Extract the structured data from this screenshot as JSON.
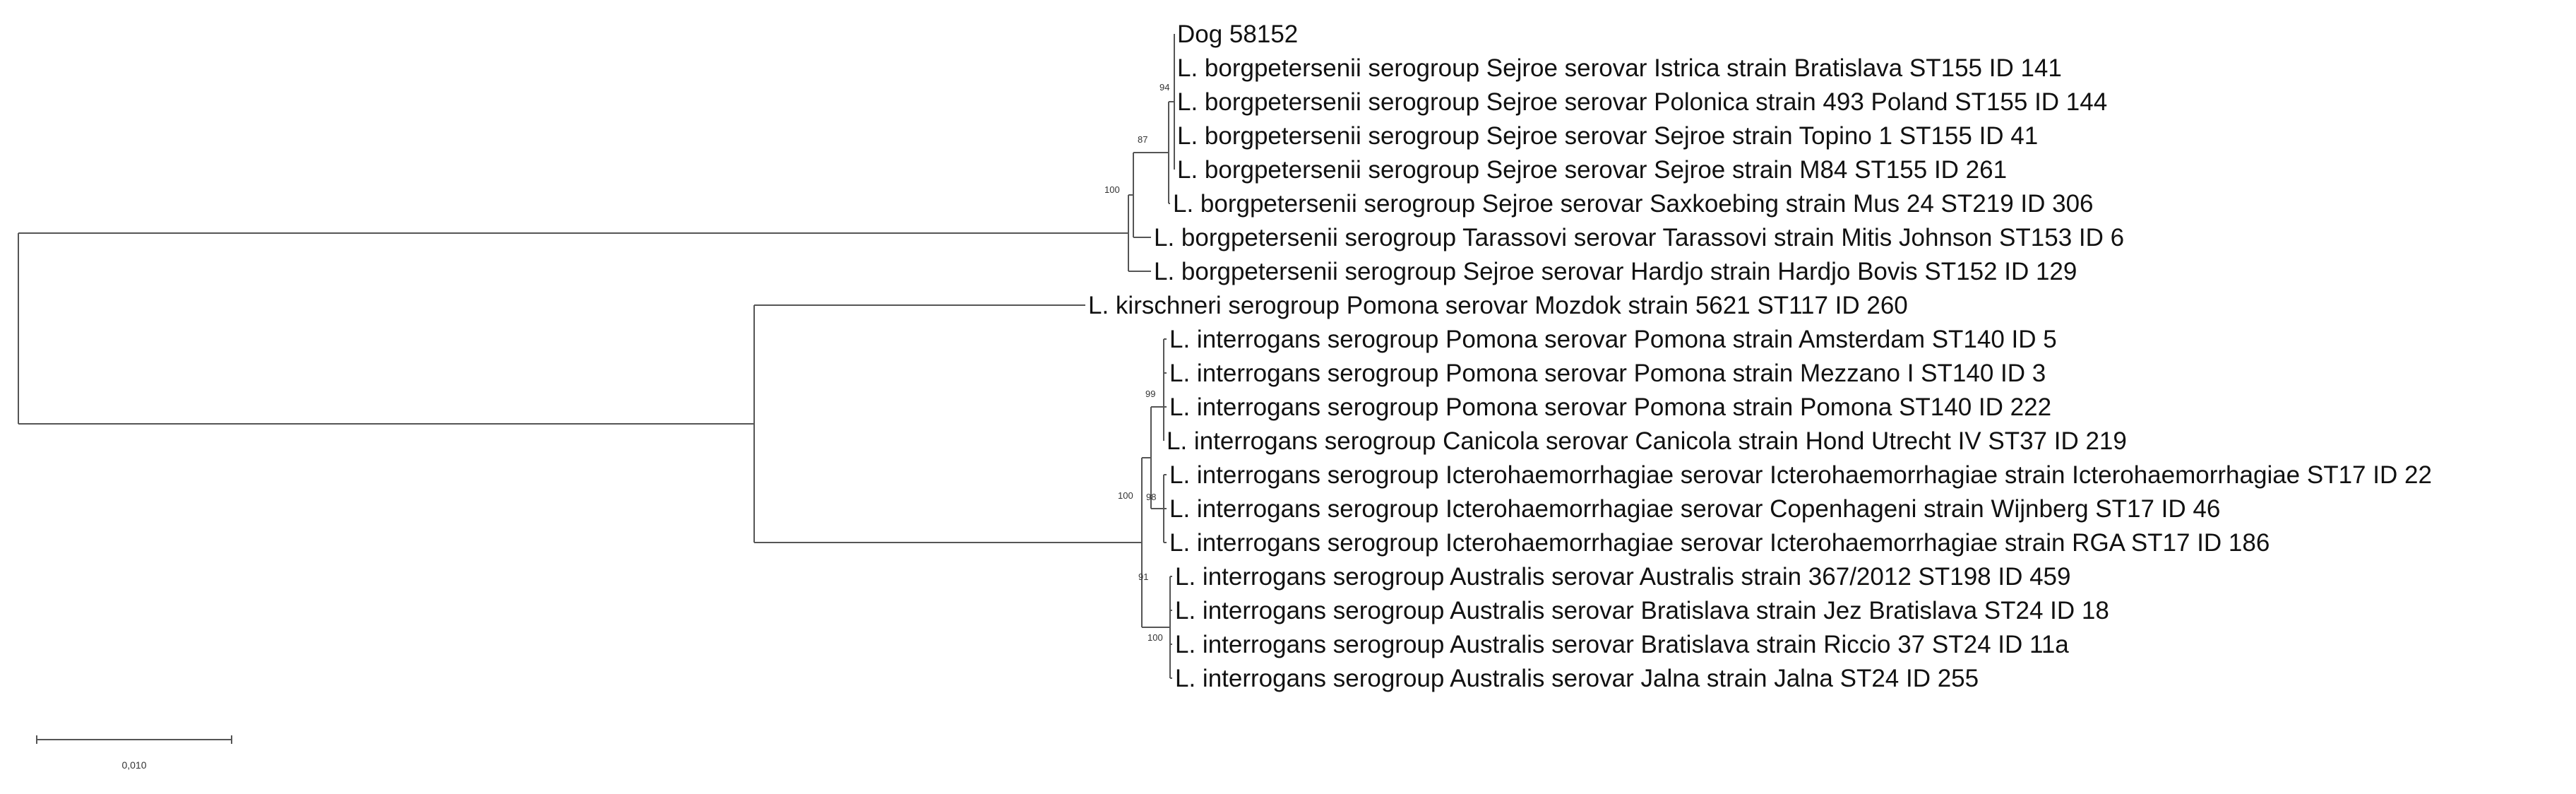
{
  "tree": {
    "leaves": [
      {
        "id": "dog",
        "label": "Dog 58152"
      },
      {
        "id": "istrica",
        "label": "L. borgpetersenii serogroup Sejroe serovar Istrica strain Bratislava ST155 ID 141"
      },
      {
        "id": "polonica",
        "label": "L. borgpetersenii serogroup Sejroe serovar Polonica strain 493 Poland ST155 ID 144"
      },
      {
        "id": "topino",
        "label": "L. borgpetersenii serogroup Sejroe serovar Sejroe strain Topino 1 ST155 ID 41"
      },
      {
        "id": "m84",
        "label": "L. borgpetersenii serogroup Sejroe serovar Sejroe strain M84 ST155 ID 261"
      },
      {
        "id": "saxkoebing",
        "label": "L. borgpetersenii serogroup Sejroe serovar Saxkoebing strain Mus 24 ST219 ID 306"
      },
      {
        "id": "tarassovi",
        "label": "L. borgpetersenii serogroup Tarassovi serovar Tarassovi strain Mitis Johnson ST153 ID 6"
      },
      {
        "id": "hardjo",
        "label": "L. borgpetersenii serogroup Sejroe serovar Hardjo strain Hardjo Bovis ST152 ID 129"
      },
      {
        "id": "mozdok",
        "label": "L. kirschneri serogroup Pomona serovar Mozdok strain 5621 ST117 ID 260"
      },
      {
        "id": "amsterdam",
        "label": "L. interrogans serogroup Pomona serovar Pomona strain Amsterdam ST140 ID 5"
      },
      {
        "id": "mezzano",
        "label": "L. interrogans serogroup Pomona serovar Pomona strain Mezzano I ST140 ID 3"
      },
      {
        "id": "pomona",
        "label": "L. interrogans serogroup Pomona serovar Pomona strain Pomona ST140 ID 222"
      },
      {
        "id": "hond",
        "label": "L. interrogans serogroup Canicola serovar Canicola strain Hond Utrecht IV ST37 ID 219"
      },
      {
        "id": "ictero22",
        "label": "L. interrogans serogroup Icterohaemorrhagiae serovar Icterohaemorrhagiae strain Icterohaemorrhagiae ST17 ID 22"
      },
      {
        "id": "wijnberg",
        "label": "L. interrogans serogroup Icterohaemorrhagiae serovar Copenhageni strain Wijnberg ST17 ID 46"
      },
      {
        "id": "rga",
        "label": "L. interrogans serogroup Icterohaemorrhagiae serovar Icterohaemorrhagiae strain RGA ST17 ID 186"
      },
      {
        "id": "australis",
        "label": "L. interrogans serogroup Australis serovar Australis strain 367/2012 ST198 ID 459"
      },
      {
        "id": "jez",
        "label": "L. interrogans serogroup Australis serovar Bratislava strain Jez Bratislava ST24 ID 18"
      },
      {
        "id": "riccio",
        "label": "L. interrogans serogroup Australis serovar Bratislava strain Riccio 37 ST24 ID 11a"
      },
      {
        "id": "jalna",
        "label": "L. interrogans serogroup Australis serovar Jalna strain Jalna ST24 ID 255"
      }
    ],
    "bootstrap_values": [
      {
        "id": "sejroe-st155",
        "value": "94"
      },
      {
        "id": "sejroe-clade",
        "value": "87"
      },
      {
        "id": "borgpetersenii",
        "value": "100"
      },
      {
        "id": "pomona-clade",
        "value": "99"
      },
      {
        "id": "ictero-clade",
        "value": "98"
      },
      {
        "id": "interrogans",
        "value": "100"
      },
      {
        "id": "pomona-ictero",
        "value": "91"
      },
      {
        "id": "australis-clade",
        "value": "100"
      }
    ],
    "scale_bar": {
      "label": "0,010"
    }
  }
}
